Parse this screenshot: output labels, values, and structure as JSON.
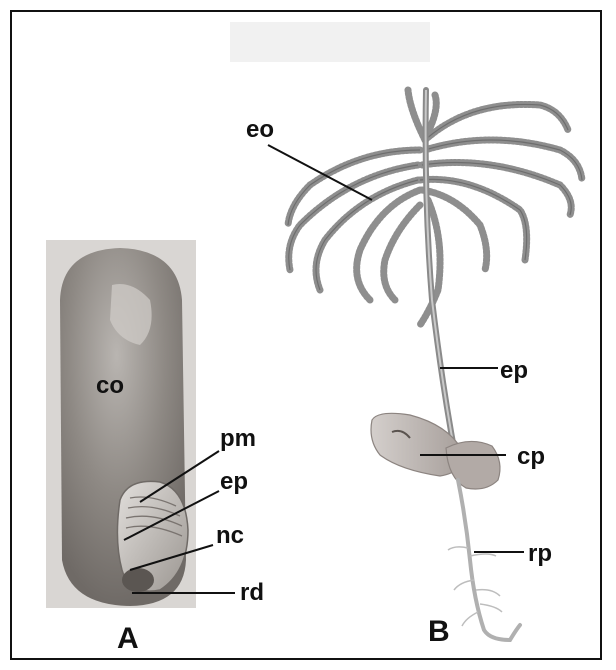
{
  "figure": {
    "panel_a": {
      "letter": "A",
      "labels": {
        "co": "co",
        "pm": "pm",
        "ep": "ep",
        "nc": "nc",
        "rd": "rd"
      }
    },
    "panel_b": {
      "letter": "B",
      "labels": {
        "eo": "eo",
        "ep": "ep",
        "cp": "cp",
        "rp": "rp"
      }
    },
    "colors": {
      "seed": "#8a8580",
      "seed_light": "#c9c5c1",
      "leaf": "#8e8e8e",
      "stem": "#9a9a9a",
      "cotyledon": "#b7b1ae",
      "root": "#b8b8b8"
    }
  }
}
